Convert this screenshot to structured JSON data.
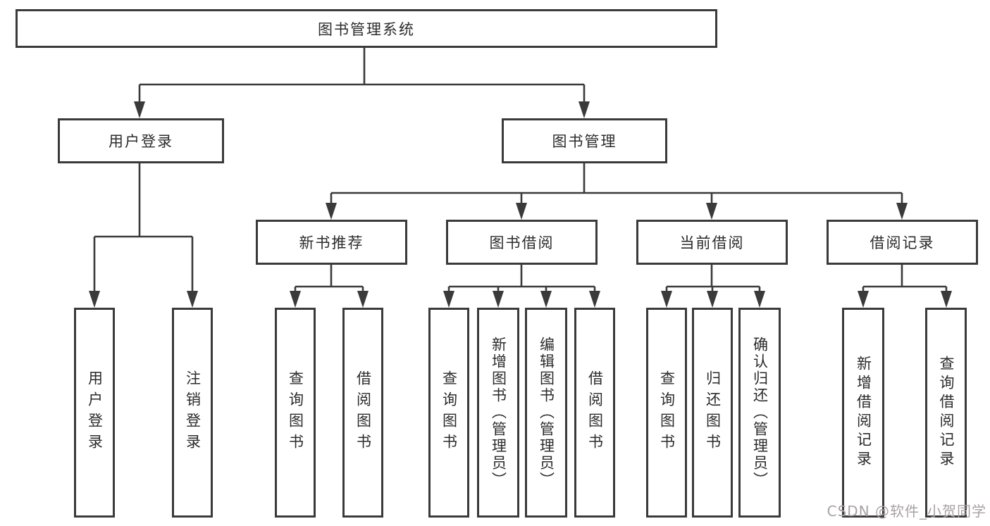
{
  "diagram_type": "hierarchy-tree",
  "title": "图书管理系统",
  "watermark": "CSDN @软件_小贺同学",
  "colors": {
    "line": "#3a3a3a",
    "text": "#2b2b2b",
    "background": "#ffffff",
    "watermark": "#aaa1a1"
  },
  "nodes": {
    "root": "图书管理系统",
    "user_login": "用户登录",
    "book_management": "图书管理",
    "new_book_recommend": "新书推荐",
    "book_borrow": "图书借阅",
    "current_borrow": "当前借阅",
    "borrow_records": "借阅记录",
    "leaf_user_login": "用户登录",
    "leaf_logout": "注销登录",
    "leaf_query_books_nb": "查询图书",
    "leaf_borrow_books_nb": "借阅图书",
    "leaf_query_books_bb": "查询图书",
    "leaf_add_books": "新增图书（管理员）",
    "leaf_edit_books": "编辑图书（管理员）",
    "leaf_borrow_books_bb": "借阅图书",
    "leaf_query_books_cb": "查询图书",
    "leaf_return_books": "归还图书",
    "leaf_confirm_return": "确认归还（管理员）",
    "leaf_add_borrow_record": "新增借阅记录",
    "leaf_query_borrow_record": "查询借阅记录"
  },
  "hierarchy": {
    "图书管理系统": {
      "用户登录": [
        "用户登录",
        "注销登录"
      ],
      "图书管理": {
        "新书推荐": [
          "查询图书",
          "借阅图书"
        ],
        "图书借阅": [
          "查询图书",
          "新增图书（管理员）",
          "编辑图书（管理员）",
          "借阅图书"
        ],
        "当前借阅": [
          "查询图书",
          "归还图书",
          "确认归还（管理员）"
        ],
        "借阅记录": [
          "新增借阅记录",
          "查询借阅记录"
        ]
      }
    }
  }
}
